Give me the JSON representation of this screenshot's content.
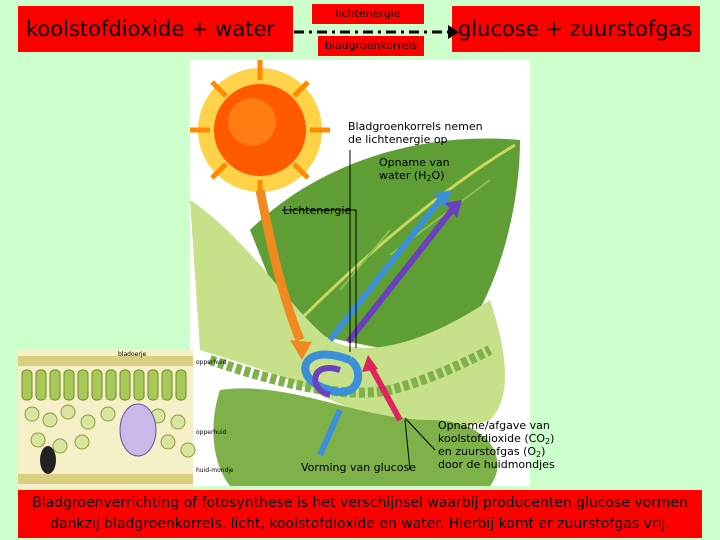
{
  "equation": {
    "reactants": "koolstofdioxide + water",
    "condition_top": "lichtenergie",
    "condition_bottom": "bladgroenkorrels",
    "products": "glucose + zuurstofgas"
  },
  "labels": {
    "chloroplasts": "Bladgroenkorrels nemen de lichtenergie op",
    "chloroplasts_l1": "Bladgroenkorrels nemen",
    "chloroplasts_l2": "de lichtenergie op",
    "water_l1": "Opname van",
    "water_l2_pre": "water (H",
    "water_l2_sub": "2",
    "water_l2_post": "O)",
    "light": "Lichtenergie",
    "glucose": "Vorming van glucose",
    "gas_l1": "Opname/afgave van",
    "gas_l2_pre": "koolstofdioxide (CO",
    "gas_l2_sub": "2",
    "gas_l2_post": ")",
    "gas_l3_pre": "en zuurstofgas (O",
    "gas_l3_sub": "2",
    "gas_l3_post": ")",
    "gas_l4": "door de huidmondjes"
  },
  "inset_labels": {
    "top": "bladoerje",
    "right1": "opperhuid",
    "right2": "opperhuid",
    "right3": "huid-mondje"
  },
  "caption": "Bladgroenverrichting of fotosynthese is het verschijnsel waarbij producenten glucose vormen dankzij bladgroenkorrels, licht, koolstofdioxide en water. Hierbij komt er zuurstofgas vrij.",
  "colors": {
    "background": "#ccffcc",
    "box": "#ff0000",
    "sun": "#ff6a00",
    "leaf": "#6aa83a",
    "water_arrow": "#3a8fd8",
    "co2_arrow": "#e0245e",
    "glucose_arrow": "#6a3fc0"
  }
}
